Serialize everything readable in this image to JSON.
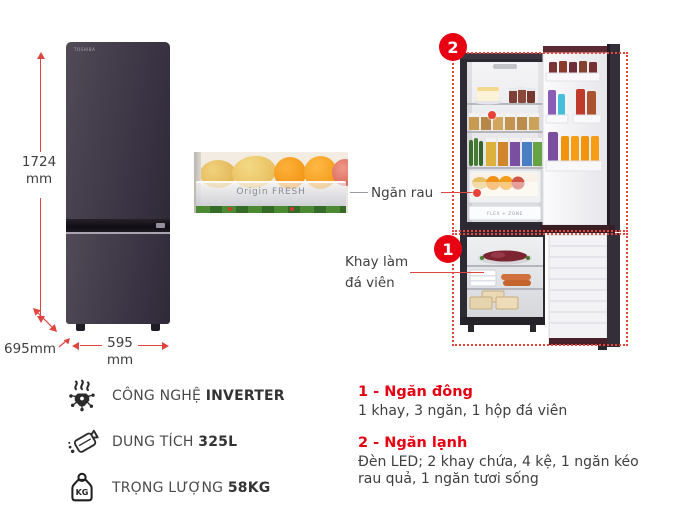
{
  "product": {
    "brand": "TOSHIBA"
  },
  "dimensions": {
    "height_value": "1724",
    "height_unit": "mm",
    "width_value": "595",
    "width_unit": "mm",
    "depth": "695mm"
  },
  "callouts": {
    "drawer_label": "Ngăn rau",
    "drawer_image_text": "Origin FRESH",
    "ice_tray_label_line1": "Khay làm",
    "ice_tray_label_line2": "đá viên",
    "flex_zone_text": "FLEX + ZONE",
    "badge_fridge": "2",
    "badge_freezer": "1"
  },
  "features": [
    {
      "icon": "inverter-icon",
      "label": "CÔNG NGHỆ",
      "value": "INVERTER"
    },
    {
      "icon": "capacity-icon",
      "label": "DUNG TÍCH",
      "value": "325L"
    },
    {
      "icon": "weight-icon",
      "label": "TRỌNG LƯỢNG",
      "value": "58KG",
      "icon_text": "KG"
    }
  ],
  "legend": [
    {
      "title": "1 - Ngăn đông",
      "description": "1 khay, 3 ngăn, 1 hộp đá viên"
    },
    {
      "title": "2 - Ngăn lạnh",
      "description": "Đèn LED; 2 khay chứa, 4 kệ, 1 ngăn kéo rau quả, 1 ngăn tươi sống"
    }
  ],
  "colors": {
    "accent_red": "#e60012",
    "annotation_red": "#e0463f",
    "text_dark": "#3f3f3f",
    "fridge_body": "#3b3542"
  }
}
